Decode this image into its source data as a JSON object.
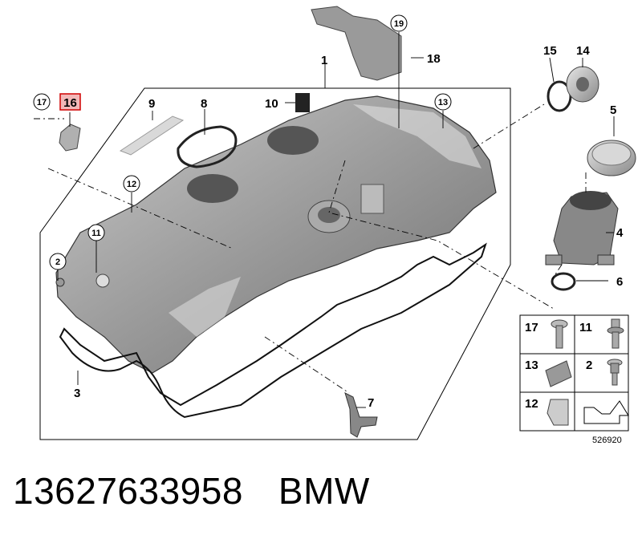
{
  "callouts": {
    "c1": "1",
    "c2": "2",
    "c3": "3",
    "c4": "4",
    "c5": "5",
    "c6": "6",
    "c7": "7",
    "c8": "8",
    "c9": "9",
    "c10": "10",
    "c11": "11",
    "c12": "12",
    "c13": "13",
    "c14": "14",
    "c15": "15",
    "c16": "16",
    "c17": "17",
    "c18": "18",
    "c19": "19"
  },
  "legend_table": {
    "r1a": "17",
    "r1b": "11",
    "r2a": "13",
    "r2b": "2",
    "r3a": "12"
  },
  "reference_code": "526920",
  "caption": {
    "part_number": "13627633958",
    "brand": "BMW"
  },
  "colors": {
    "highlight_box_fill": "#f2b8b8",
    "highlight_box_stroke": "#d00000"
  }
}
